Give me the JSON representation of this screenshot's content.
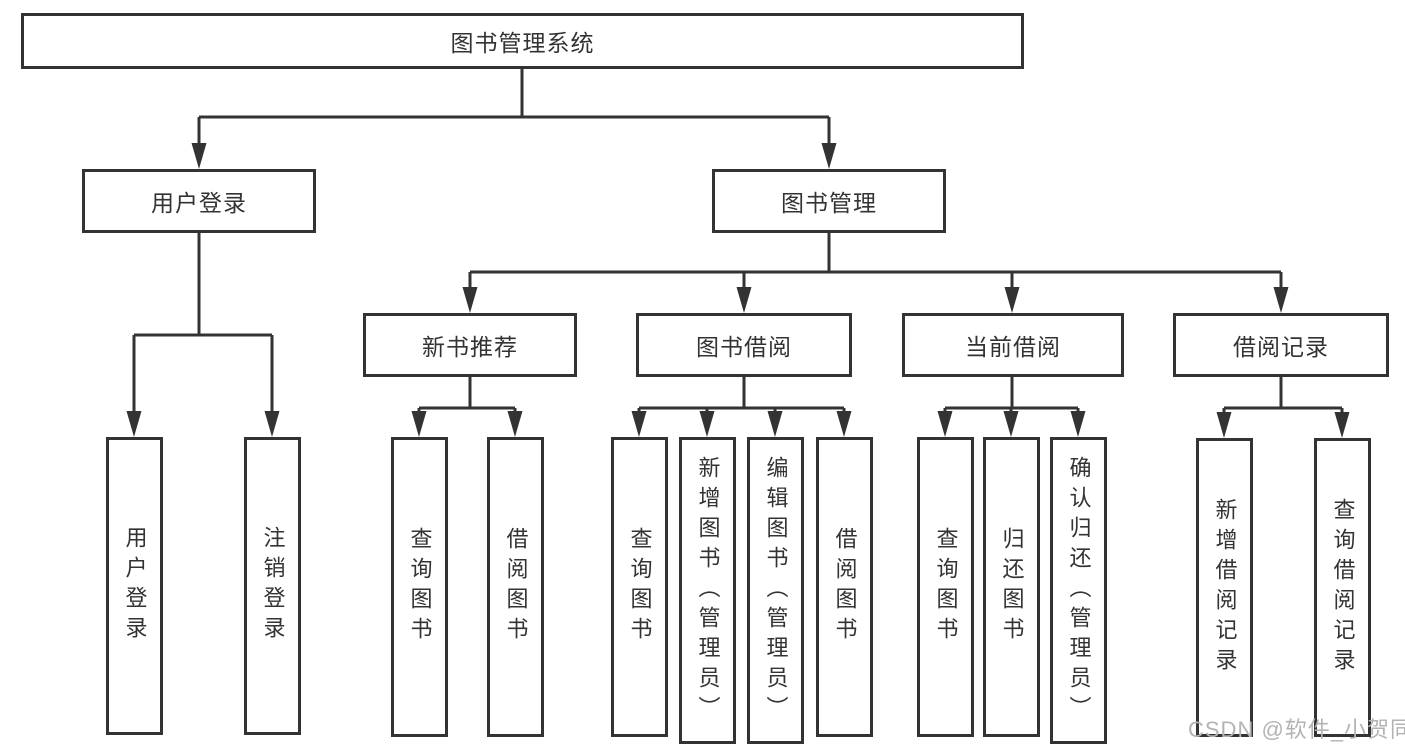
{
  "diagram_title": "图书管理系统",
  "colors": {
    "line": "#333333",
    "text": "#333333",
    "background": "#ffffff",
    "watermark": "#b3b3b3"
  },
  "watermark": {
    "text": "CSDN @软件_小贺同学"
  },
  "nodes": {
    "root": {
      "label": "图书管理系统"
    },
    "userLogin": {
      "label": "用户登录"
    },
    "bookManagement": {
      "label": "图书管理"
    },
    "newBookRec": {
      "label": "新书推荐"
    },
    "bookBorrow": {
      "label": "图书借阅"
    },
    "currentBorrow": {
      "label": "当前借阅"
    },
    "borrowRecords": {
      "label": "借阅记录"
    },
    "leafUserLogin": {
      "label": "用户登录"
    },
    "leafLogout": {
      "label": "注销登录"
    },
    "leafQueryBooks1": {
      "label": "查询图书"
    },
    "leafBorrowBooks1": {
      "label": "借阅图书"
    },
    "leafQueryBooks2": {
      "label": "查询图书"
    },
    "leafAddBooks": {
      "label": "新增图书（管理员）"
    },
    "leafEditBooks": {
      "label": "编辑图书（管理员）"
    },
    "leafBorrowBooks2": {
      "label": "借阅图书"
    },
    "leafQueryBooks3": {
      "label": "查询图书"
    },
    "leafReturnBooks": {
      "label": "归还图书"
    },
    "leafConfirmReturn": {
      "label": "确认归还（管理员）"
    },
    "leafAddBorrowRecord": {
      "label": "新增借阅记录"
    },
    "leafQueryBorrowRecord": {
      "label": "查询借阅记录"
    }
  },
  "hierarchy": {
    "图书管理系统": {
      "用户登录": [
        "用户登录",
        "注销登录"
      ],
      "图书管理": {
        "新书推荐": [
          "查询图书",
          "借阅图书"
        ],
        "图书借阅": [
          "查询图书",
          "新增图书（管理员）",
          "编辑图书（管理员）",
          "借阅图书"
        ],
        "当前借阅": [
          "查询图书",
          "归还图书",
          "确认归还（管理员）"
        ],
        "借阅记录": [
          "新增借阅记录",
          "查询借阅记录"
        ]
      }
    }
  }
}
